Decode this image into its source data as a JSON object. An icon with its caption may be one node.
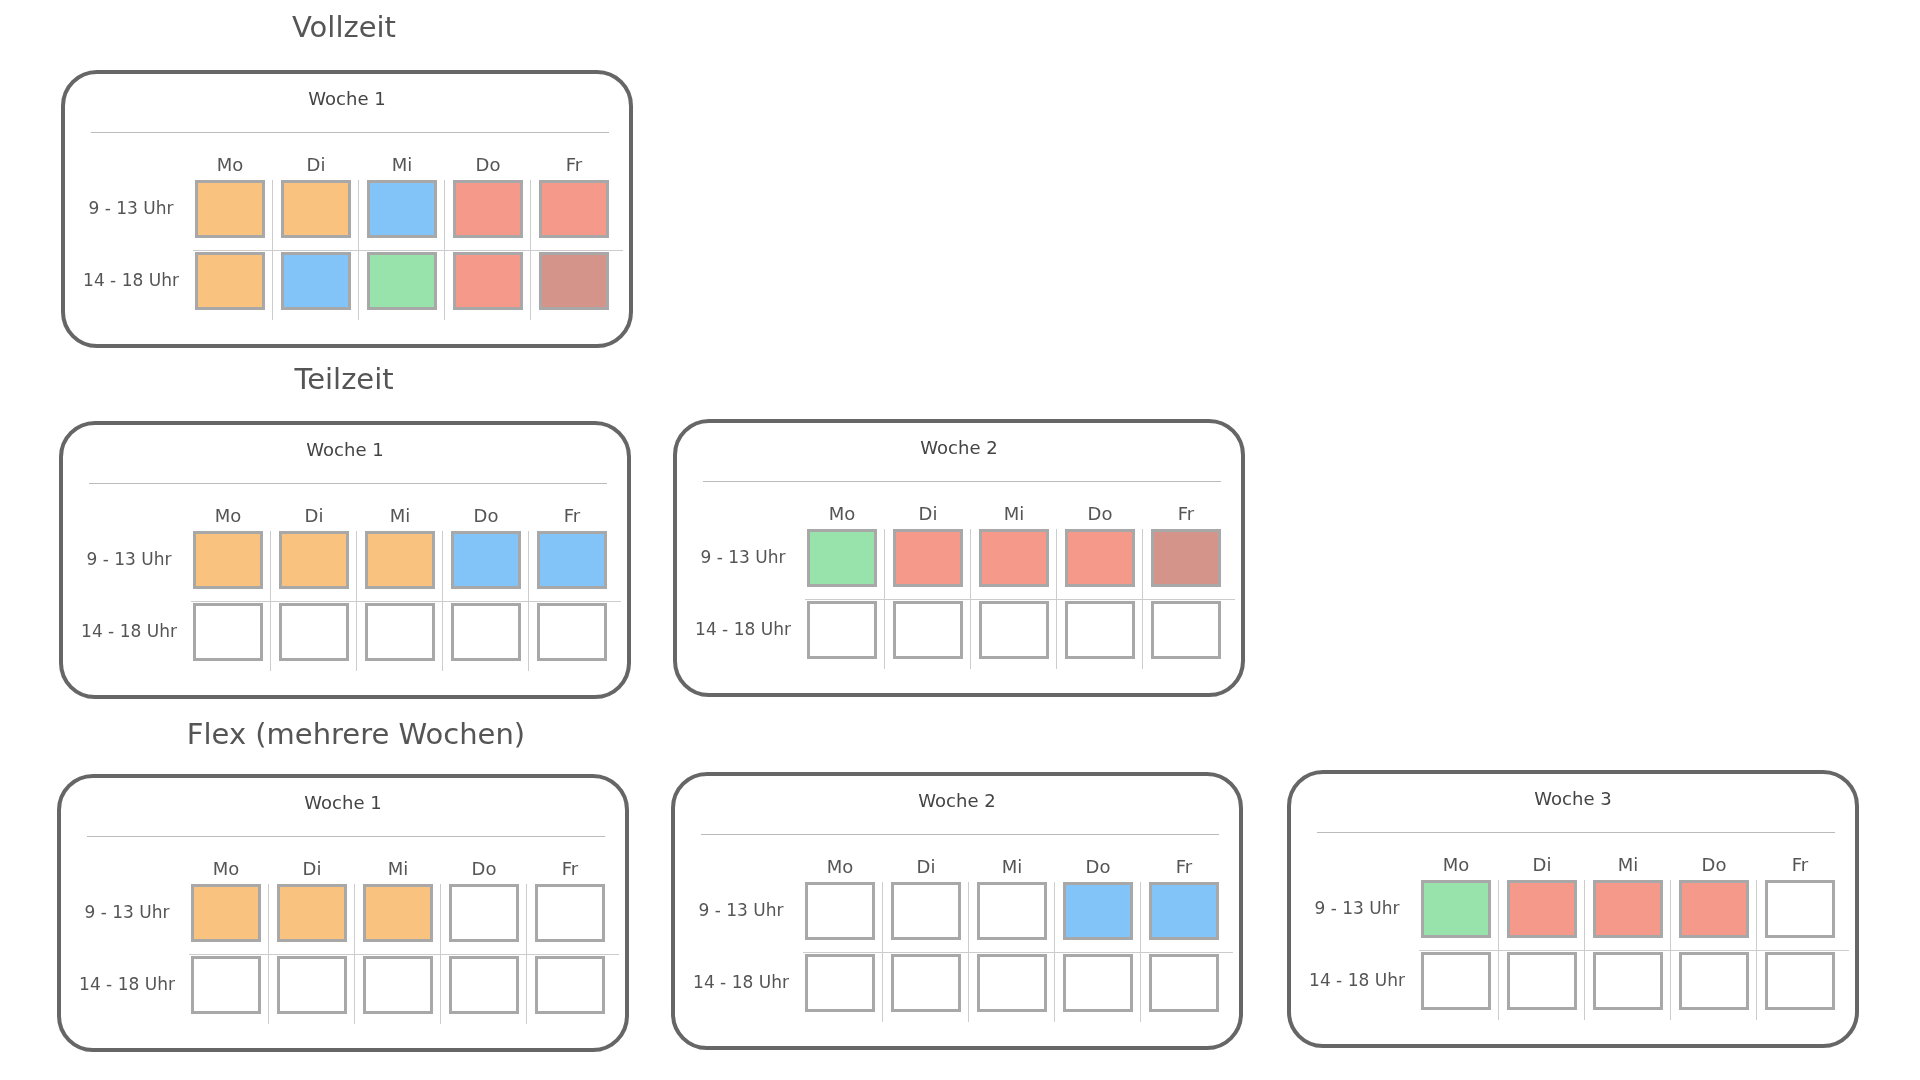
{
  "diagram": {
    "nodes": [
      {
        "text": [
          "Woche 1"
        ]
      },
      {
        "text": [],
        "shape": "box",
        "in": 0
      },
      {
        "text": [],
        "shape": "box",
        "in": 0
      },
      {
        "text": [],
        "shape": "box",
        "in": 0
      },
      {
        "text": [],
        "shape": "box",
        "in": 0
      },
      {
        "text": [],
        "shape": "box",
        "in": 0
      },
      {
        "text": [],
        "shape": "box",
        "in": 0
      },
      {
        "text": [],
        "shape": "box",
        "in": 0
      },
      {
        "text": [],
        "shape": "box",
        "in": 0
      },
      {
        "text": [],
        "shape": "box",
        "in": 0
      },
      {
        "text": [],
        "shape": "box",
        "in": 0
      },
      {
        "text": [
          "Woche 1"
        ]
      },
      {
        "text": [],
        "shape": "box",
        "in": 11
      },
      {
        "text": [],
        "shape": "box",
        "in": 11
      },
      {
        "text": [],
        "shape": "box",
        "in": 11
      },
      {
        "text": [],
        "shape": "box",
        "in": 11
      },
      {
        "text": [],
        "shape": "box",
        "in": 11
      },
      {
        "text": [],
        "shape": "box",
        "in": 11
      },
      {
        "text": [],
        "shape": "box",
        "in": 11
      },
      {
        "text": [],
        "shape": "box",
        "in": 11
      },
      {
        "text": [],
        "shape": "box",
        "in": 11
      },
      {
        "text": [],
        "shape": "box",
        "in": 11
      },
      {
        "text": [
          "Woche 2"
        ]
      },
      {
        "text": [],
        "shape": "box",
        "in": 22
      },
      {
        "text": [],
        "shape": "box",
        "in": 22
      },
      {
        "text": [],
        "shape": "box",
        "in": 22
      },
      {
        "text": [],
        "shape": "box",
        "in": 22
      },
      {
        "text": [],
        "shape": "box",
        "in": 22
      },
      {
        "text": [],
        "shape": "box",
        "in": 22
      },
      {
        "text": [],
        "shape": "box",
        "in": 22
      },
      {
        "text": [],
        "shape": "box",
        "in": 22
      },
      {
        "text": [],
        "shape": "box",
        "in": 22
      },
      {
        "text": [],
        "shape": "box",
        "in": 22
      },
      {
        "text": [
          "Woche 1"
        ]
      },
      {
        "text": [],
        "shape": "box",
        "in": 33
      },
      {
        "text": [],
        "shape": "box",
        "in": 33
      },
      {
        "text": [],
        "shape": "box",
        "in": 33
      },
      {
        "text": [],
        "shape": "box",
        "in": 33
      },
      {
        "text": [],
        "shape": "box",
        "in": 33
      },
      {
        "text": [],
        "shape": "box",
        "in": 33
      },
      {
        "text": [],
        "shape": "box",
        "in": 33
      },
      {
        "text": [],
        "shape": "box",
        "in": 33
      },
      {
        "text": [],
        "shape": "box",
        "in": 33
      },
      {
        "text": [],
        "shape": "box",
        "in": 33
      },
      {
        "text": [
          "Woche 2"
        ]
      },
      {
        "text": [],
        "shape": "box",
        "in": 44
      },
      {
        "text": [],
        "shape": "box",
        "in": 44
      },
      {
        "text": [],
        "shape": "box",
        "in": 44
      },
      {
        "text": [],
        "shape": "box",
        "in": 44
      },
      {
        "text": [],
        "shape": "box",
        "in": 44
      },
      {
        "text": [],
        "shape": "box",
        "in": 44
      },
      {
        "text": [],
        "shape": "box",
        "in": 44
      },
      {
        "text": [],
        "shape": "box",
        "in": 44
      },
      {
        "text": [],
        "shape": "box",
        "in": 44
      },
      {
        "text": [],
        "shape": "box",
        "in": 44
      },
      {
        "text": [
          "Woche 3"
        ]
      },
      {
        "text": [],
        "shape": "box",
        "in": 55
      },
      {
        "text": [],
        "shape": "box",
        "in": 55
      },
      {
        "text": [],
        "shape": "box",
        "in": 55
      },
      {
        "text": [],
        "shape": "box",
        "in": 55
      },
      {
        "text": [],
        "shape": "box",
        "in": 55
      },
      {
        "text": [],
        "shape": "box",
        "in": 55
      },
      {
        "text": [],
        "shape": "box",
        "in": 55
      },
      {
        "text": [],
        "shape": "box",
        "in": 55
      },
      {
        "text": [],
        "shape": "box",
        "in": 55
      },
      {
        "text": [],
        "shape": "box",
        "in": 55
      }
    ],
    "edges": [],
    "labels": [
      "Vollzeit",
      "Mo",
      "Di",
      "Mi",
      "Do",
      "Fr",
      "9 - 13 Uhr",
      "14 - 18 Uhr",
      "Teilzeit",
      "Mo",
      "Di",
      "Mi",
      "Do",
      "Fr",
      "9 - 13 Uhr",
      "14 - 18 Uhr",
      "Mo",
      "Di",
      "Mi",
      "Do",
      "Fr",
      "9 - 13 Uhr",
      "14 - 18 Uhr",
      "Flex (mehrere Wochen)",
      "Mo",
      "Di",
      "Mi",
      "Do",
      "Fr",
      "9 - 13 Uhr",
      "14 - 18 Uhr",
      "Mo",
      "Di",
      "Mi",
      "Do",
      "Fr",
      "9 - 13 Uhr",
      "14 - 18 Uhr",
      "Mo",
      "Di",
      "Mi",
      "Do",
      "Fr",
      "9 - 13 Uhr",
      "14 - 18 Uhr"
    ]
  }
}
